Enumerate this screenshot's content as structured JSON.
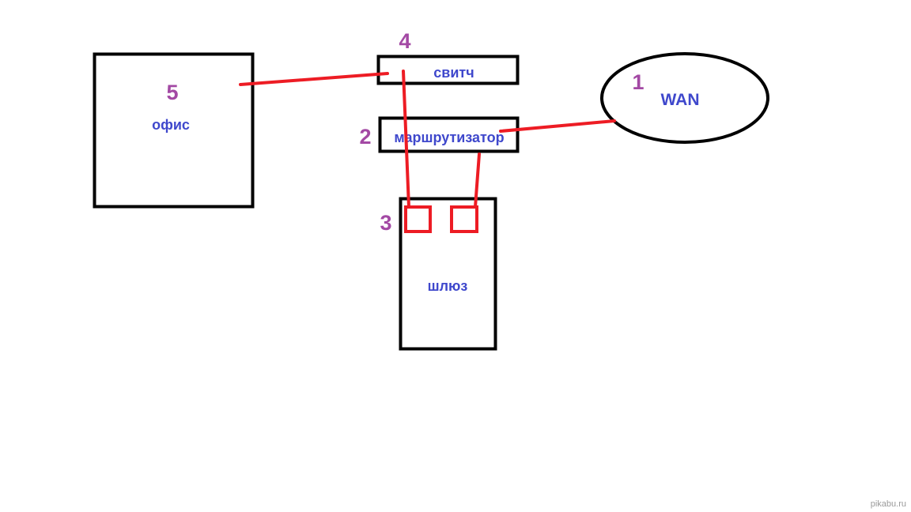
{
  "nodes": {
    "wan": {
      "number": "1",
      "label": "WAN"
    },
    "router": {
      "number": "2",
      "label": "маршрутизатор"
    },
    "gateway": {
      "number": "3",
      "label": "шлюз"
    },
    "switch": {
      "number": "4",
      "label": "свитч"
    },
    "office": {
      "number": "5",
      "label": "офис"
    }
  },
  "watermark": "pikabu.ru",
  "colors": {
    "outline": "#000000",
    "cable": "#ed1c24",
    "label_text": "#3f48cc",
    "number_text": "#a349a4"
  }
}
